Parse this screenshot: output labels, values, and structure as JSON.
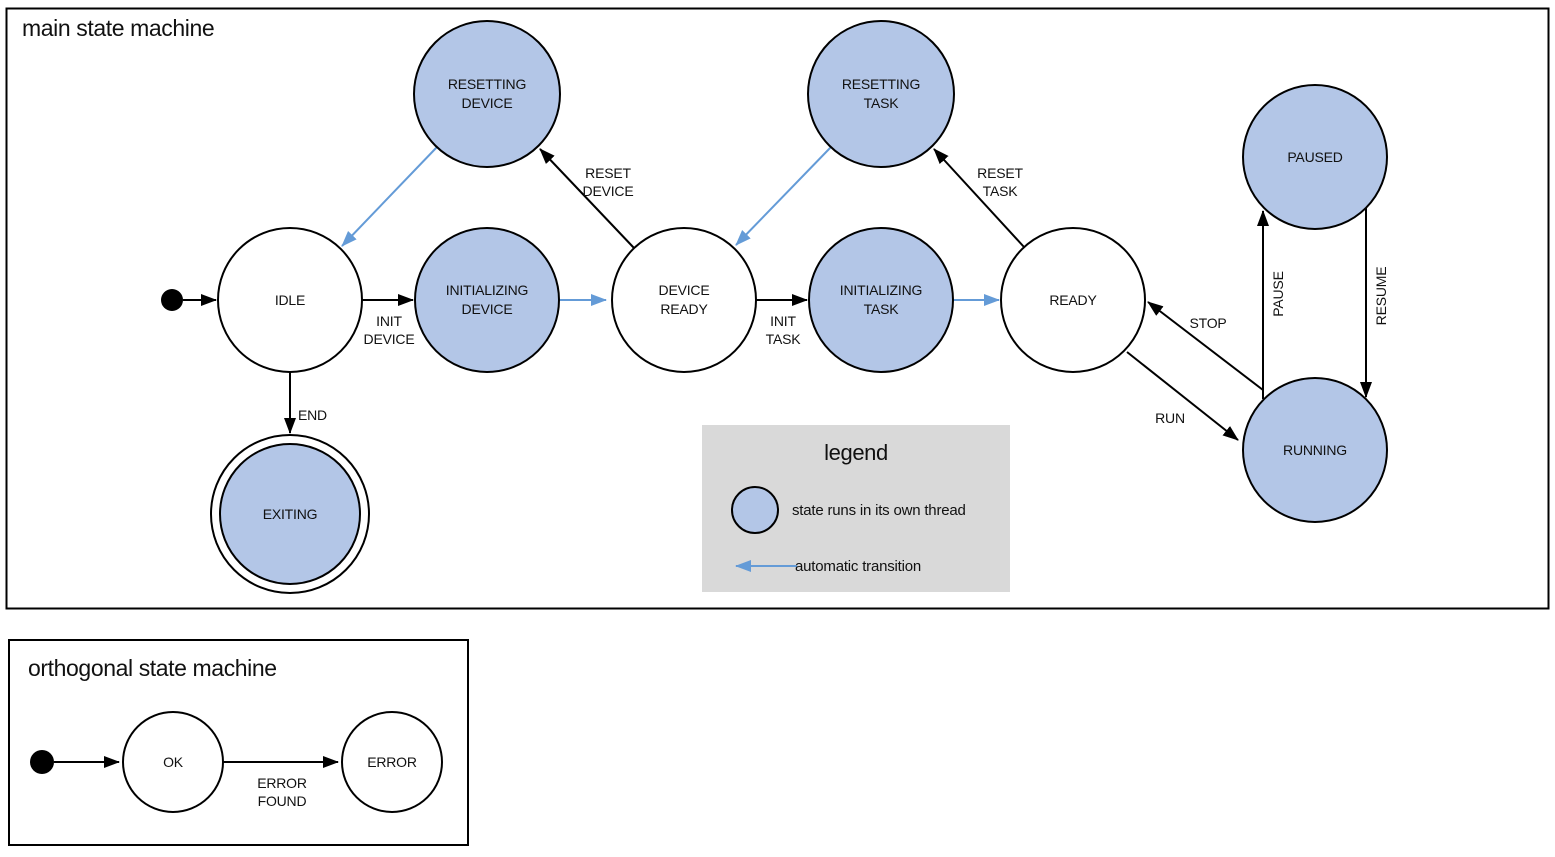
{
  "main": {
    "title": "main state machine",
    "states": {
      "idle": "IDLE",
      "initializing_device": [
        "INITIALIZING",
        "DEVICE"
      ],
      "device_ready": [
        "DEVICE",
        "READY"
      ],
      "initializing_task": [
        "INITIALIZING",
        "TASK"
      ],
      "ready": "READY",
      "resetting_device": [
        "RESETTING",
        "DEVICE"
      ],
      "resetting_task": [
        "RESETTING",
        "TASK"
      ],
      "paused": "PAUSED",
      "running": "RUNNING",
      "exiting": "EXITING"
    },
    "transitions": {
      "init_device": [
        "INIT",
        "DEVICE"
      ],
      "init_task": [
        "INIT",
        "TASK"
      ],
      "reset_device": [
        "RESET",
        "DEVICE"
      ],
      "reset_task": [
        "RESET",
        "TASK"
      ],
      "end": "END",
      "run": "RUN",
      "stop": "STOP",
      "pause": "PAUSE",
      "resume": "RESUME"
    }
  },
  "legend": {
    "title": "legend",
    "thread_item": "state runs in its own thread",
    "auto_item": "automatic transition"
  },
  "orthogonal": {
    "title": "orthogonal state machine",
    "states": {
      "ok": "OK",
      "error": "ERROR"
    },
    "transitions": {
      "error_found": [
        "ERROR",
        "FOUND"
      ]
    }
  },
  "colors": {
    "thread_fill": "#b3c6e7",
    "auto_arrow": "#649bd7",
    "stroke": "#000000",
    "legend_bg": "#d9d9d9"
  }
}
